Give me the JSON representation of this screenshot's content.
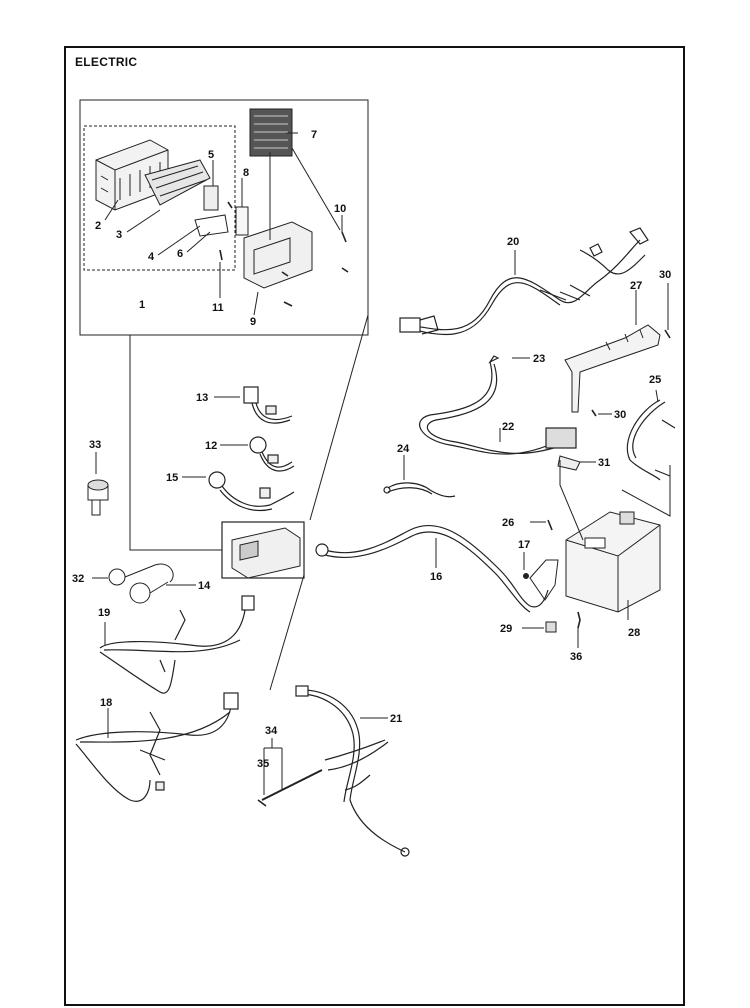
{
  "title": "ELECTRIC",
  "callouts": {
    "c1": "1",
    "c2": "2",
    "c3": "3",
    "c4": "4",
    "c5": "5",
    "c6": "6",
    "c7": "7",
    "c8": "8",
    "c9": "9",
    "c10": "10",
    "c11": "11",
    "c12": "12",
    "c13": "13",
    "c14": "14",
    "c15": "15",
    "c16": "16",
    "c17": "17",
    "c18": "18",
    "c19": "19",
    "c20": "20",
    "c21": "21",
    "c22": "22",
    "c23": "23",
    "c24": "24",
    "c25": "25",
    "c26": "26",
    "c27": "27",
    "c28": "28",
    "c29": "29",
    "c30a": "30",
    "c30b": "30",
    "c31": "31",
    "c32": "32",
    "c33": "33",
    "c34": "34",
    "c35": "35",
    "c36": "36"
  }
}
